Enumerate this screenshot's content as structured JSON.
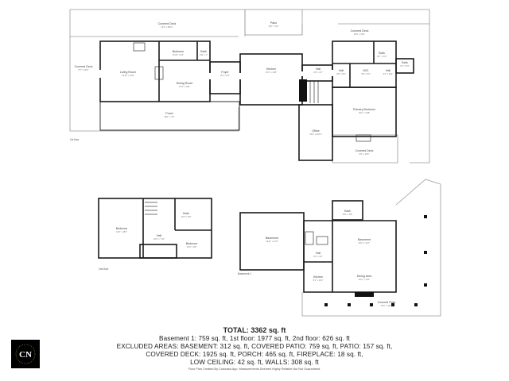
{
  "floors": {
    "first": "1st floor",
    "second": "2nd floor",
    "basement": "Basement 1"
  },
  "rooms": {
    "covered_deck_top": {
      "name": "Covered Deck",
      "dims": "12'3\" x 58'11\""
    },
    "patio": {
      "name": "Patio",
      "dims": "18'7\" x 8'4\""
    },
    "covered_deck_right": {
      "name": "Covered Deck",
      "dims": "40'0\" x 10'4\""
    },
    "covered_deck_left": {
      "name": "Covered Deck",
      "dims": "8'7\" x 20'0\""
    },
    "living_room": {
      "name": "Living Room",
      "dims": "19'10\" x 14'6\""
    },
    "bedroom_1f": {
      "name": "Bedroom",
      "dims": "10'10\" x 9'2\""
    },
    "bath_1f_a": {
      "name": "Bath",
      "dims": "6'11\" x 7'"
    },
    "dining_room": {
      "name": "Dining Room",
      "dims": "14'4\" x 11'8\""
    },
    "foyer": {
      "name": "Foyer",
      "dims": "8'4\" x 6'5\""
    },
    "kitchen_1f": {
      "name": "Kitchen",
      "dims": "16'1\" x 11'8\""
    },
    "porch": {
      "name": "Porch",
      "dims": "48'1\" x 7'8\""
    },
    "hall_1f_a": {
      "name": "Hall",
      "dims": "4'0\" x 4'1\""
    },
    "bath_1f_b": {
      "name": "Bath",
      "dims": "11'7\" x 6'2\""
    },
    "bath_1f_c": {
      "name": "Bath",
      "dims": "6'1\" x 8'4\""
    },
    "wic": {
      "name": "WIC",
      "dims": "5'8\" x 6'3\""
    },
    "hall_1f_b": {
      "name": "Hall",
      "dims": "8'5\" x 5'0\""
    },
    "hall_1f_c": {
      "name": "Hall",
      "dims": "3'2\" x 9'11\""
    },
    "primary_bedroom": {
      "name": "Primary Bedroom",
      "dims": "20'2\" x 15'8\""
    },
    "office": {
      "name": "Office",
      "dims": "10'2\" x 10'11\""
    },
    "covered_deck_bottom": {
      "name": "Covered Deck",
      "dims": "6'9\" x 18'0\""
    },
    "bedroom_2f_a": {
      "name": "Bedroom",
      "dims": "14'3\" x 18'1\""
    },
    "bath_2f": {
      "name": "Bath",
      "dims": "10'2\" x 6'9\""
    },
    "hall_2f": {
      "name": "Hall",
      "dims": "23'2\" x 7'11\""
    },
    "bedroom_2f_b": {
      "name": "Bedroom",
      "dims": "14'3\" x 9'8\""
    },
    "basement_b1_a": {
      "name": "Basement",
      "dims": "16'11\" x 12'6\""
    },
    "bath_b1": {
      "name": "Bath",
      "dims": "9'11\" x 5'8\""
    },
    "basement_b1_b": {
      "name": "Basement",
      "dims": "20'2\" x 14'7\""
    },
    "hall_b1": {
      "name": "Hall",
      "dims": "8'4\" x 4'1\""
    },
    "kitchen_b1": {
      "name": "Kitchen",
      "dims": "8'1\" x 11'9\""
    },
    "dining_area": {
      "name": "Dining Area",
      "dims": "20'2\" x 11'5\""
    },
    "covered_patio": {
      "name": "Covered Patio",
      "dims": "43'1\" x 44'2\""
    }
  },
  "summary": {
    "total": "TOTAL: 3362 sq. ft",
    "line1": "Basement 1: 759 sq. ft, 1st floor: 1977 sq. ft, 2nd floor: 626 sq. ft",
    "line2": "EXCLUDED AREAS: BASEMENT: 312 sq. ft, COVERED PATIO: 759 sq. ft, PATIO: 157 sq. ft,",
    "line3": "COVERED DECK: 1925 sq. ft, PORCH: 465 sq. ft, FIREPLACE: 18 sq. ft,",
    "line4": "LOW CEILING: 42 sq. ft, WALLS: 308 sq. ft"
  },
  "disclaimer": "Floor Plan Created By Cubicasa App. Measurements Deemed Highly Reliable But Not Guaranteed.",
  "logo_text": "CN",
  "colors": {
    "walls": "#1a1a1a",
    "deck": "#9a9a9a",
    "logo_bg": "#000000",
    "logo_gold": "#c9a24a"
  }
}
